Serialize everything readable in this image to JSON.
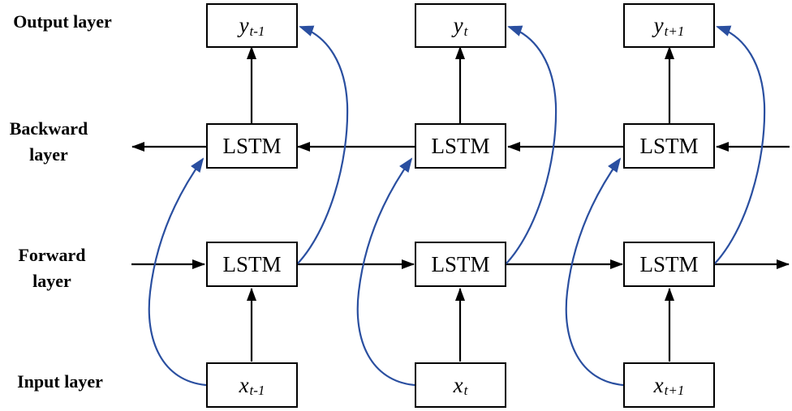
{
  "labels": {
    "output": "Output layer",
    "backward_1": "Backward",
    "backward_2": "layer",
    "forward_1": "Forward",
    "forward_2": "layer",
    "input": "Input layer"
  },
  "lstm_label": "LSTM",
  "columns": [
    {
      "output_base": "y",
      "output_sub": "t-1",
      "input_base": "x",
      "input_sub": "t-1"
    },
    {
      "output_base": "y",
      "output_sub": "t",
      "input_base": "x",
      "input_sub": "t"
    },
    {
      "output_base": "y",
      "output_sub": "t+1",
      "input_base": "x",
      "input_sub": "t+1"
    }
  ],
  "colors": {
    "arrow": "#000000",
    "skip_arrow": "#2a4fa0"
  }
}
